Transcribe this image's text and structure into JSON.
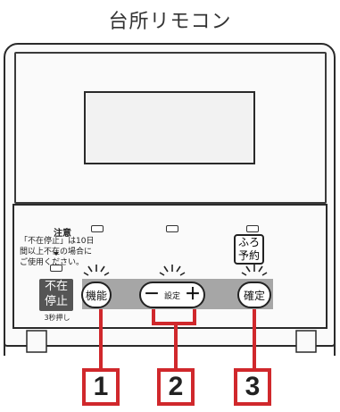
{
  "title": "台所リモコン",
  "caution": {
    "heading": "注意",
    "text": "「不在停止」は10日間以上不在の場合にご使用ください。"
  },
  "buttons": {
    "fuzai": "不在停止",
    "fuzai_hold": "3秒押し",
    "kino": "機能",
    "settei_minus": "－",
    "settei_label": "設定",
    "settei_plus": "＋",
    "kakutei": "確定",
    "furo_yoyaku": "ふろ予約"
  },
  "callouts": [
    "1",
    "2",
    "3"
  ],
  "colors": {
    "callout_border": "#d0282c",
    "band": "#a6a6a6",
    "fuzai_bg": "#555555"
  }
}
